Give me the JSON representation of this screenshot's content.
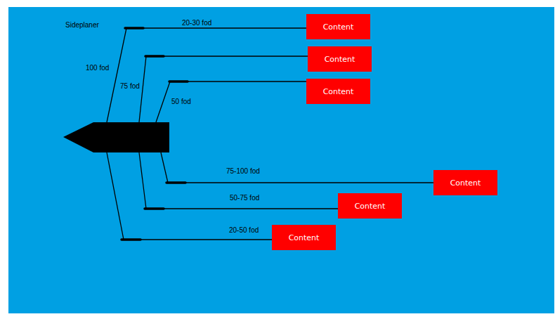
{
  "diagram": {
    "nodes": [
      {
        "text": [
          "Content"
        ]
      },
      {
        "text": [
          "Content"
        ]
      },
      {
        "text": [
          "Content"
        ]
      },
      {
        "text": [
          "Content"
        ]
      },
      {
        "text": [
          "Content"
        ]
      },
      {
        "text": [
          "Content"
        ]
      }
    ],
    "labels": [
      "Sideplaner",
      "20-30 fod",
      "100 fod",
      "75 fod",
      "50 fod",
      "75-100 fod",
      "50-75 fod",
      "20-50 fod"
    ]
  }
}
